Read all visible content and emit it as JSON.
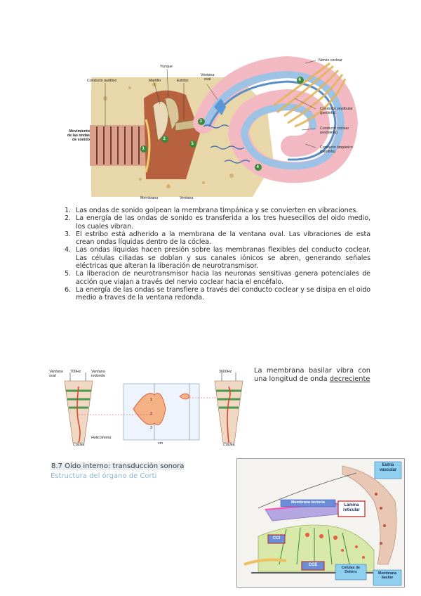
{
  "cochlea_figure": {
    "labels": {
      "yunque": "Yunque",
      "conducto_auditivo": "Conducto auditivo",
      "martillo": "Martillo",
      "estribo": "Estribo",
      "ventana_oval": "Ventana\noval",
      "nervio_coclear": "Nervio coclear",
      "conducto_vestibular": "Conducto vestibular\n(perilinfa)",
      "conducto_coclear": "Conducto coclear\n(endolinfa)",
      "conducto_timpanico": "Conducto timpánico\n(perilinfa)",
      "movimiento": "Movimiento\nde las ondas\nde sonido",
      "membrana": "Membrana",
      "ventana": "Ventana"
    },
    "markers": [
      "1",
      "2",
      "3",
      "4",
      "5",
      "6"
    ]
  },
  "steps": [
    {
      "n": "1.",
      "text": "Las ondas de sonido golpean la membrana timpánica y se convierten en vibraciones."
    },
    {
      "n": "2.",
      "text": "La energía de las ondas de sonido es transferida a los tres huesecillos del oido medio, los  cuales vibran."
    },
    {
      "n": "3.",
      "text": "El estribo está adherido a la membrana de la ventana oval. Las vibraciones de esta crean ondas líquidas dentro de la cóclea."
    },
    {
      "n": "4.",
      "text": "Las ondas líquidas hacen presión sobre las membranas flexibles del conducto coclear. Las células ciliadas se doblan y sus canales iónicos se abren, generando señales eléctricas que alteran la liberación de neurotransmisor."
    },
    {
      "n": "5.",
      "text": "La liberacion de neurotransmisor hacia las neuronas sensitivas genera potenciales de acción que viajan a través del nervio coclear hacia el encéfalo."
    },
    {
      "n": "6.",
      "text": "La energía de las ondas se transfiere a través del conducto coclear y se disipa en el oido medio a traves de la ventana redonda."
    }
  ],
  "basilar_figure": {
    "labels": {
      "ventana_oval": "Ventana\noval",
      "hz_low": "700Hz",
      "ventana_redonda": "Ventana\nredonda",
      "hz_high": "3600Hz",
      "helicotrema": "Helicotrema",
      "cm": "cm",
      "base_left": "Cóclea",
      "base_right": "Cóclea",
      "tick_1": "1",
      "tick_2": "2",
      "tick_3": "3"
    }
  },
  "basilar_caption": {
    "lead": "La membrana basilar vibra con una longitud de onda ",
    "underlined": "decreciente"
  },
  "section": {
    "title": "8.7 Oído interno: transducción sonora",
    "subtitle": "Estructura del órgano de Corti"
  },
  "corti_figure": {
    "labels": {
      "estria": "Estria\nvascular",
      "membrana_tectoria": "Membrana tectoria",
      "lamina": "Lámina\nreticular",
      "cci": "CCI",
      "cce": "CCE",
      "celulas_deiters": "Células de\nDeiters",
      "membrana_basilar": "Membrana\nbasilar"
    }
  }
}
